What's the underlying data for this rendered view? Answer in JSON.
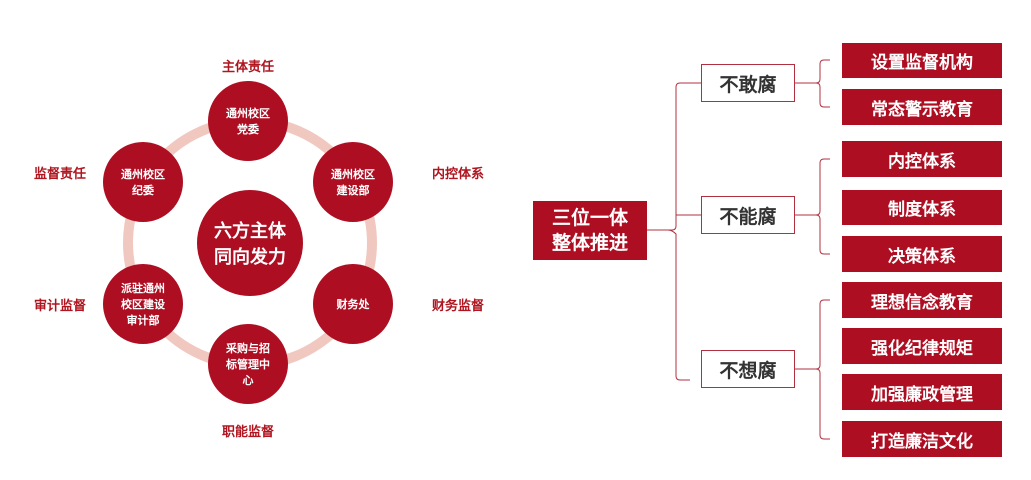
{
  "left": {
    "center": {
      "line1": "六方主体",
      "line2": "同向发力"
    },
    "nodes": [
      {
        "lines": [
          "通州校区",
          "党委"
        ]
      },
      {
        "lines": [
          "通州校区",
          "建设部"
        ]
      },
      {
        "lines": [
          "财务处"
        ]
      },
      {
        "lines": [
          "采购与招",
          "标管理中",
          "心"
        ]
      },
      {
        "lines": [
          "派驻通州",
          "校区建设",
          "审计部"
        ]
      },
      {
        "lines": [
          "通州校区",
          "纪委"
        ]
      }
    ],
    "outer_labels": [
      "主体责任",
      "内控体系",
      "财务监督",
      "职能监督",
      "审计监督",
      "监督责任"
    ]
  },
  "right": {
    "root": {
      "line1": "三位一体",
      "line2": "整体推进"
    },
    "groups": [
      {
        "label": "不敢腐",
        "items": [
          "设置监督机构",
          "常态警示教育"
        ]
      },
      {
        "label": "不能腐",
        "items": [
          "内控体系",
          "制度体系",
          "决策体系"
        ]
      },
      {
        "label": "不想腐",
        "items": [
          "理想信念教育",
          "强化纪律规矩",
          "加强廉政管理",
          "打造廉洁文化"
        ]
      }
    ]
  },
  "colors": {
    "primary": "#ad0e22",
    "ring": "#f0c8c0"
  }
}
